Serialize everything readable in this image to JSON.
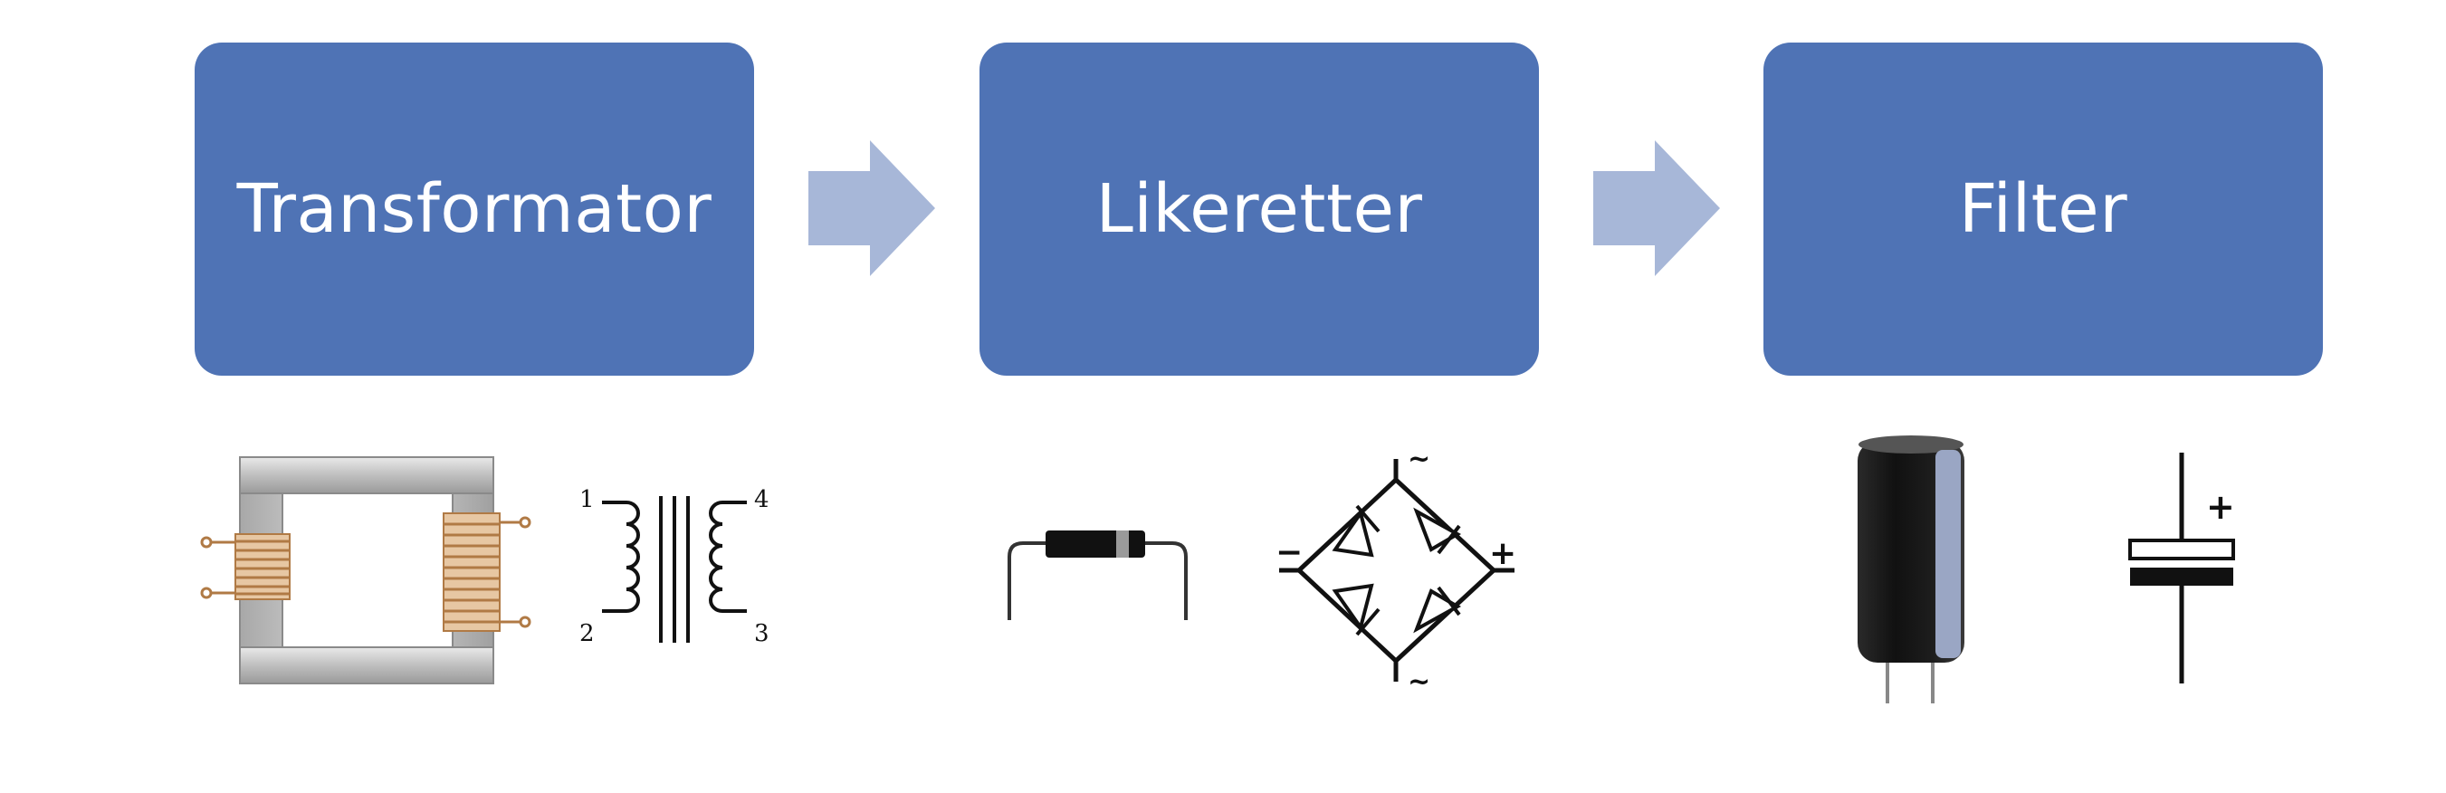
{
  "colors": {
    "block_fill": "#4f73b5",
    "arrow_fill": "#a7b7d8",
    "text": "#ffffff",
    "symbol_stroke": "#111111",
    "core_metal": "#c9c9c9",
    "winding_copper": "#c9925a"
  },
  "blocks": [
    {
      "label": "Transformator"
    },
    {
      "label": "Likeretter"
    },
    {
      "label": "Filter"
    }
  ],
  "transformer_symbol": {
    "pins": [
      "1",
      "2",
      "3",
      "4"
    ]
  },
  "bridge_symbol": {
    "ac_top": "~",
    "ac_bottom": "~",
    "dc_negative": "−",
    "dc_positive": "+"
  },
  "capacitor_symbol": {
    "polarity": "+"
  },
  "icons": [
    "transformer-core-icon",
    "transformer-symbol-icon",
    "diode-icon",
    "bridge-rectifier-icon",
    "electrolytic-capacitor-icon",
    "polarized-capacitor-symbol-icon"
  ]
}
